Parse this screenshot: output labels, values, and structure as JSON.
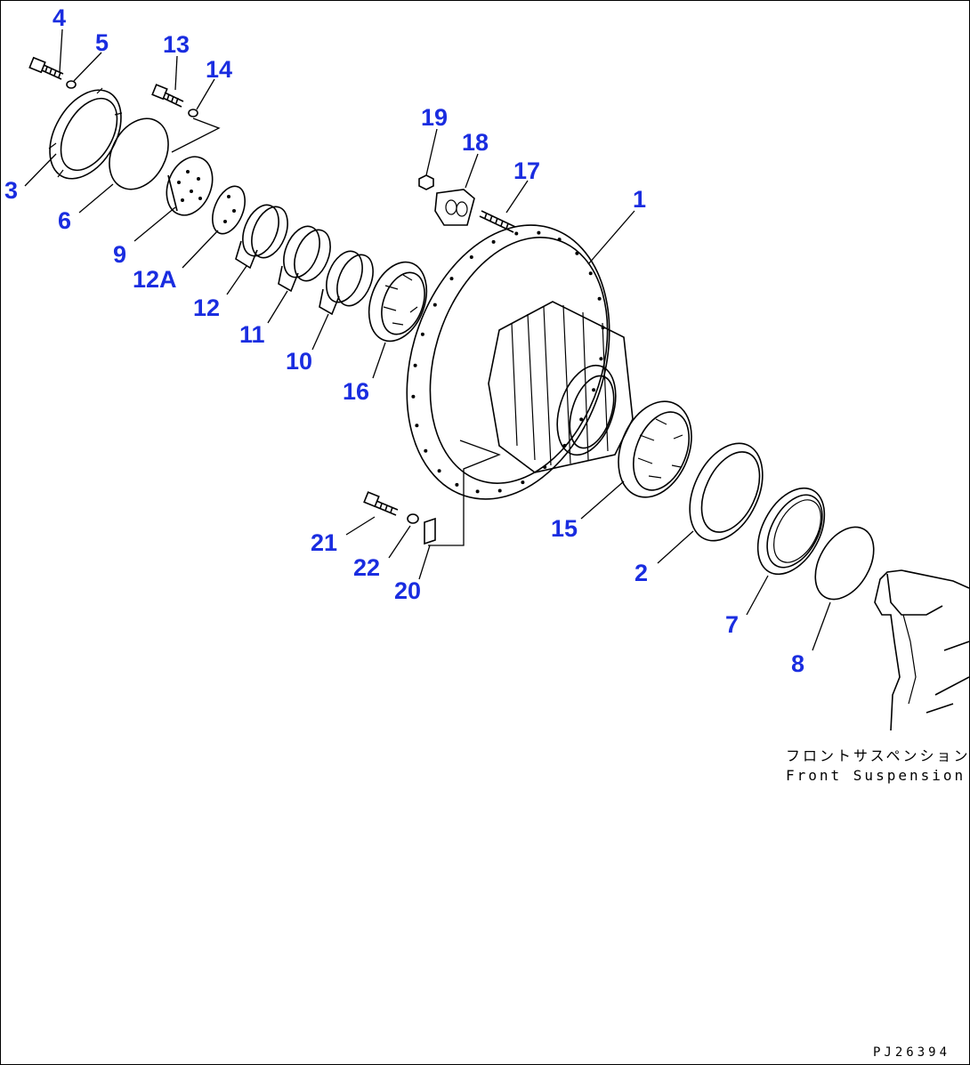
{
  "callouts": {
    "c1": "1",
    "c2": "2",
    "c3": "3",
    "c4": "4",
    "c5": "5",
    "c6": "6",
    "c7": "7",
    "c8": "8",
    "c9": "9",
    "c10": "10",
    "c11": "11",
    "c12": "12",
    "c12a": "12A",
    "c13": "13",
    "c14": "14",
    "c15": "15",
    "c16": "16",
    "c17": "17",
    "c18": "18",
    "c19": "19",
    "c20": "20",
    "c21": "21",
    "c22": "22"
  },
  "caption": {
    "japanese": "フロントサスペンション",
    "english": "Front Suspension"
  },
  "drawing_code": "PJ26394",
  "colors": {
    "callout": "#1a2de0",
    "line": "#000000",
    "background": "#ffffff"
  }
}
